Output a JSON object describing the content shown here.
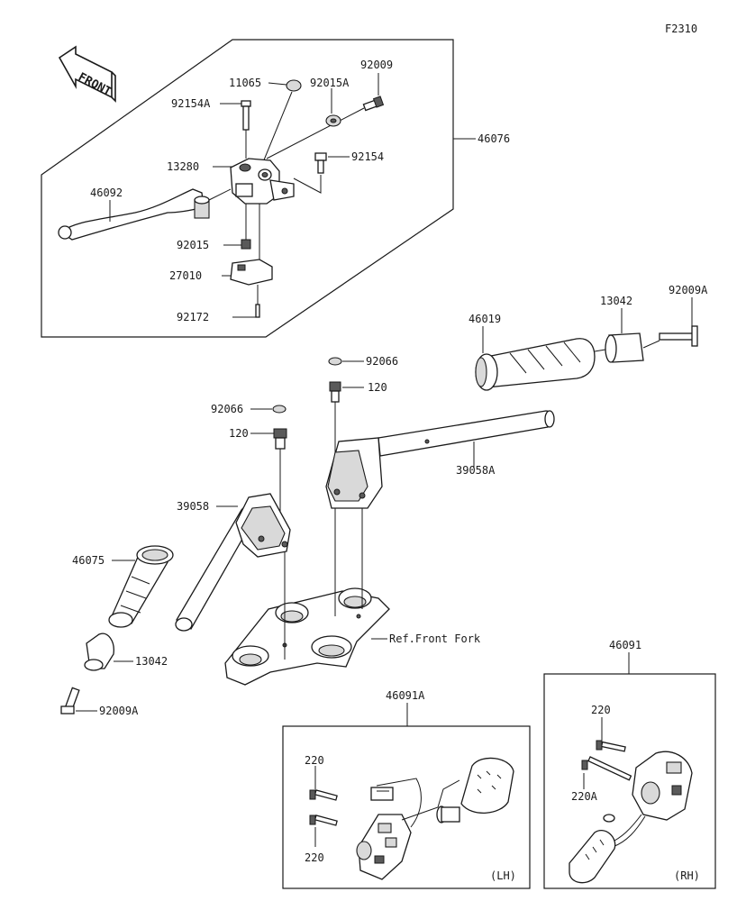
{
  "figure_id": "F2310",
  "front_label": "FRONT",
  "parts": {
    "p11065": "11065",
    "p92009": "92009",
    "p92154A": "92154A",
    "p92015A": "92015A",
    "p46076": "46076",
    "p13280": "13280",
    "p92154": "92154",
    "p46092": "46092",
    "p92015": "92015",
    "p27010": "27010",
    "p92172": "92172",
    "p46019": "46019",
    "p13042_r": "13042",
    "p92009A_r": "92009A",
    "p92066_r": "92066",
    "p120_r": "120",
    "p92066_l": "92066",
    "p120_l": "120",
    "p39058A": "39058A",
    "p39058": "39058",
    "p46075": "46075",
    "p13042_l": "13042",
    "p92009A_l": "92009A",
    "ref_front_fork": "Ref.Front Fork",
    "p46091": "46091",
    "p46091A": "46091A",
    "p220_lh_top": "220",
    "p220_lh_bottom": "220",
    "p220_rh": "220",
    "p220A_rh": "220A",
    "lh_tag": "(LH)",
    "rh_tag": "(RH)"
  }
}
